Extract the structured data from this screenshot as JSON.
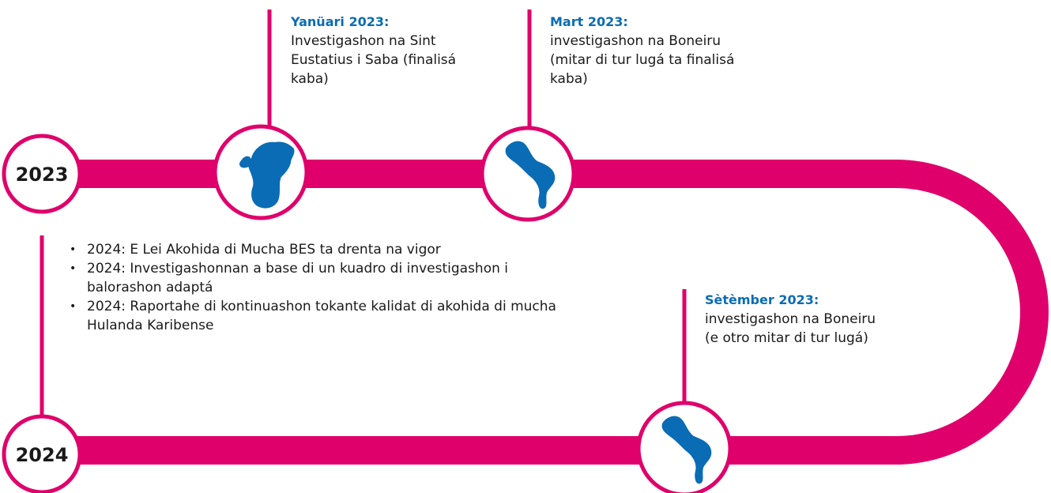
{
  "colors": {
    "track": "#e0006b",
    "island": "#0a6cb4",
    "date": "#0a6cb4",
    "text": "#1a1a1a"
  },
  "years": {
    "top": "2023",
    "bottom": "2024"
  },
  "events": [
    {
      "date": "Yanüari 2023:",
      "text": "Investigashon na Sint\nEustatius i Saba (finalisá\nkaba)",
      "icon": "saba-statia-islands-icon"
    },
    {
      "date": "Mart 2023:",
      "text": "investigashon na Boneiru\n(mitar di tur lugá ta finalisá\nkaba)",
      "icon": "bonaire-island-icon"
    },
    {
      "date": "Sètèmber 2023:",
      "text": " investigashon na Boneiru\n(e otro mitar di tur lugá)",
      "icon": "bonaire-island-icon"
    }
  ],
  "bullets": [
    "2024: E Lei Akohida di Mucha BES ta drenta na vigor",
    "2024: Investigashonnan a base di un kuadro di investigashon i balorashon adaptá",
    "2024: Raportahe di kontinuashon tokante kalidat di akohida di mucha Hulanda Karibense"
  ]
}
